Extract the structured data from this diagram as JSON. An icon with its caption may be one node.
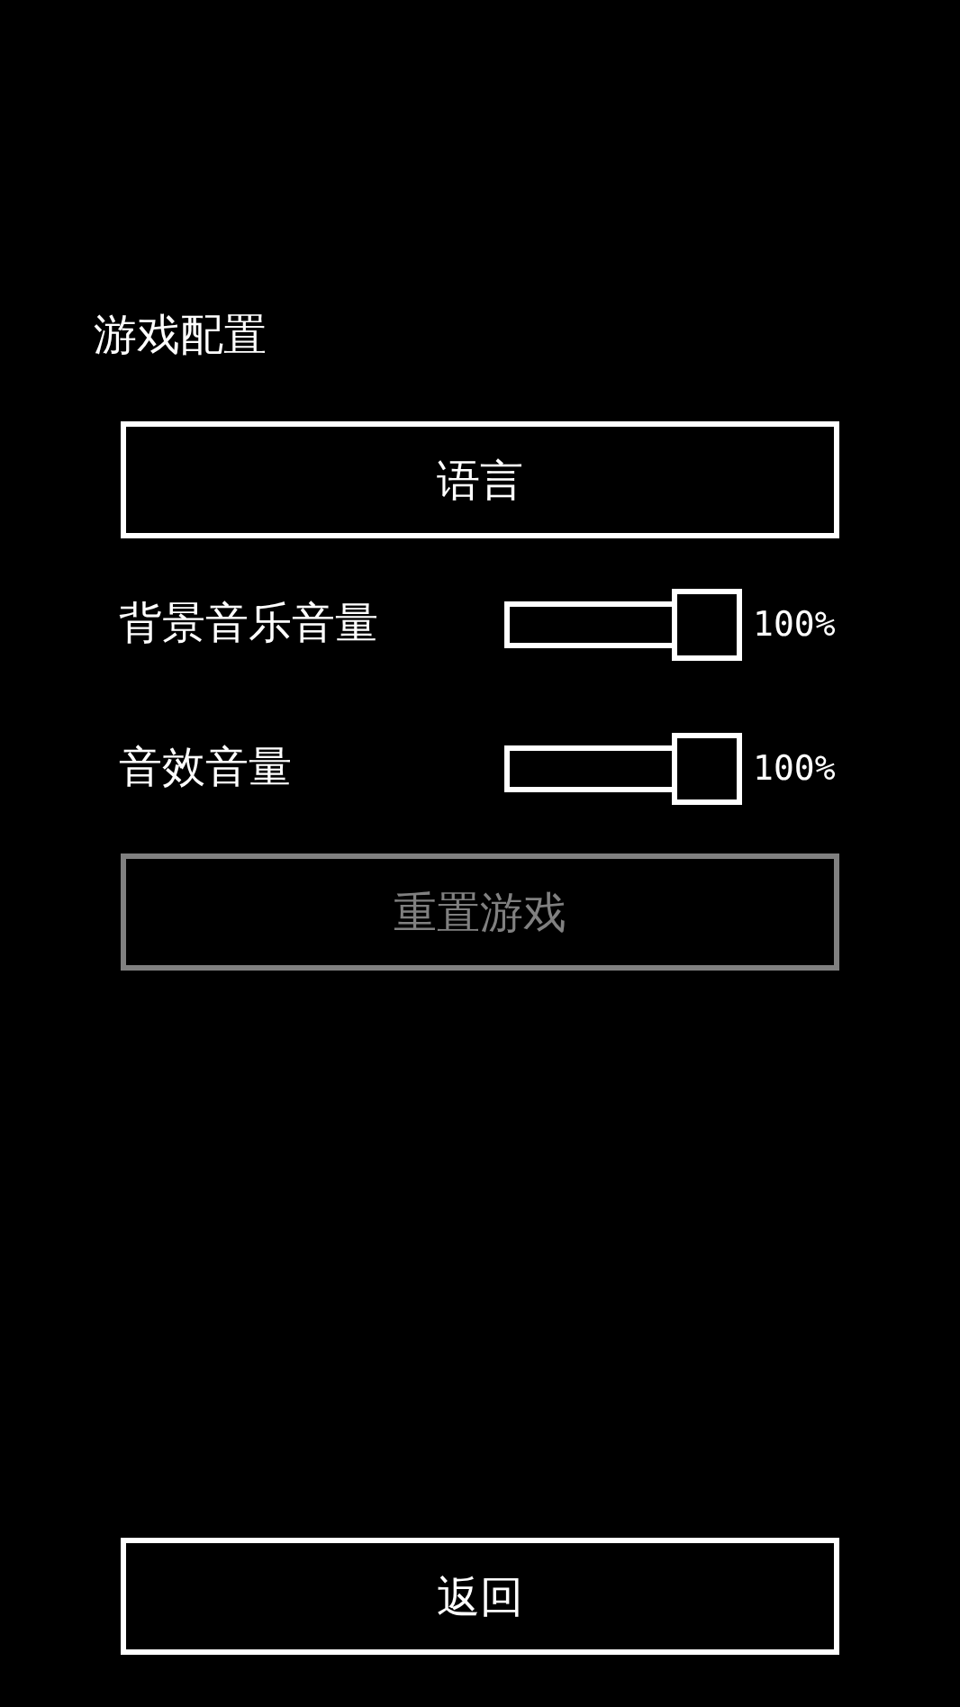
{
  "diagram": {
    "title": "游戏配置",
    "nodes": [
      {
        "text": [
          "语言"
        ]
      },
      {
        "text": [
          "重置游戏"
        ]
      },
      {
        "text": [
          "返回"
        ]
      }
    ],
    "labels": [
      "背景音乐音量",
      "100%",
      "音效音量",
      "100%"
    ]
  }
}
